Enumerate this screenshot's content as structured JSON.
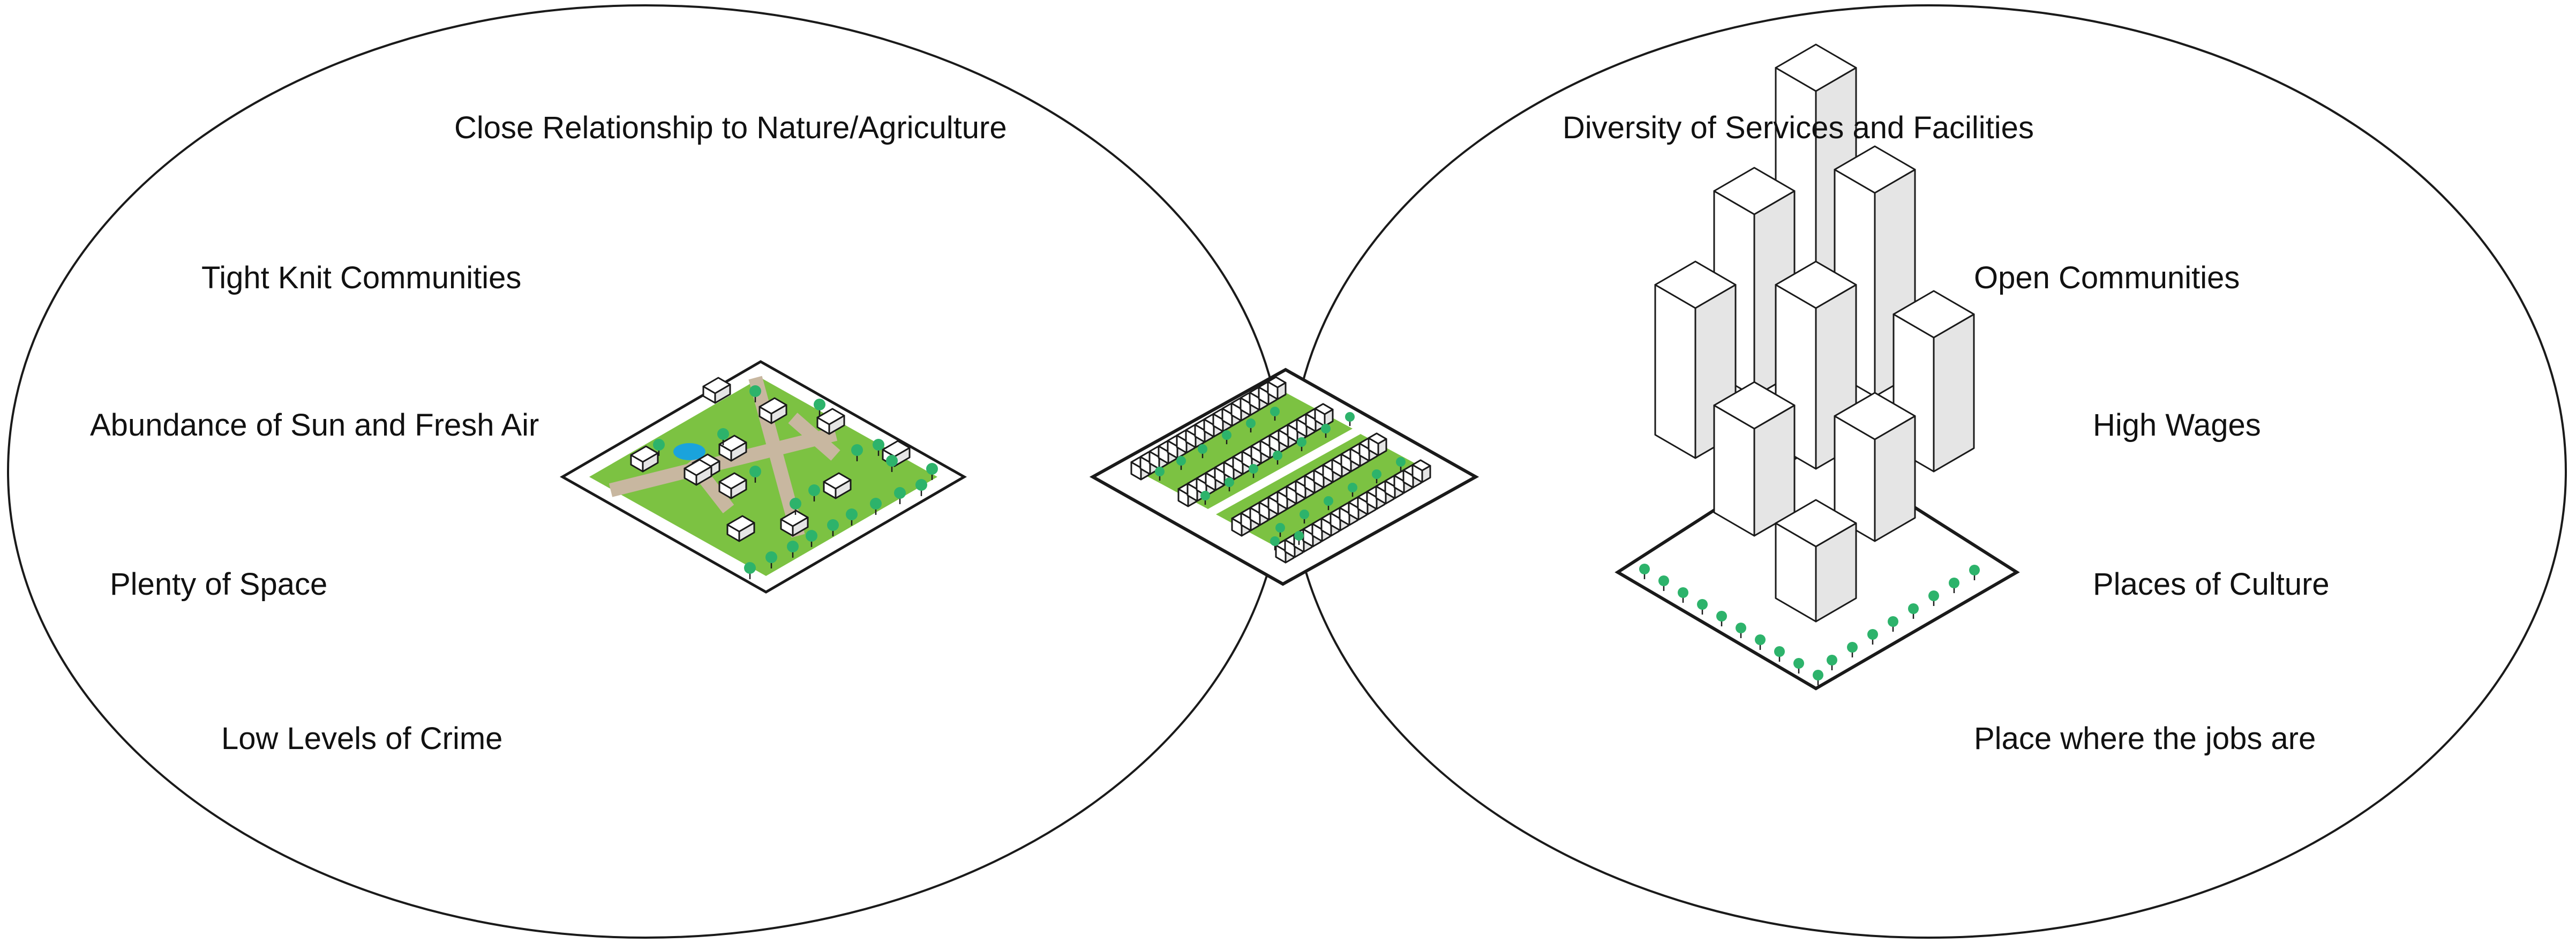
{
  "left": {
    "items": [
      "Close Relationship to Nature/Agriculture",
      "Tight Knit Communities",
      "Abundance of Sun and Fresh Air",
      "Plenty of Space",
      "Low Levels of Crime"
    ],
    "illustration": "rural-village-icon"
  },
  "right": {
    "items": [
      "Diversity of Services and Facilities",
      "Open Communities",
      "High Wages",
      "Places of Culture",
      "Place where the jobs are"
    ],
    "illustration": "city-skyscrapers-icon"
  },
  "overlap": {
    "illustration": "suburban-rowhouses-icon",
    "pattern": "diagonal-hatch"
  },
  "colors": {
    "grass": "#7cc242",
    "tree": "#2db36b",
    "road": "#c8b7a0",
    "water": "#1aa3dc",
    "outline": "#1a1a1a",
    "building_side": "#e5e5e5",
    "hatch": "#9a9a9a"
  }
}
